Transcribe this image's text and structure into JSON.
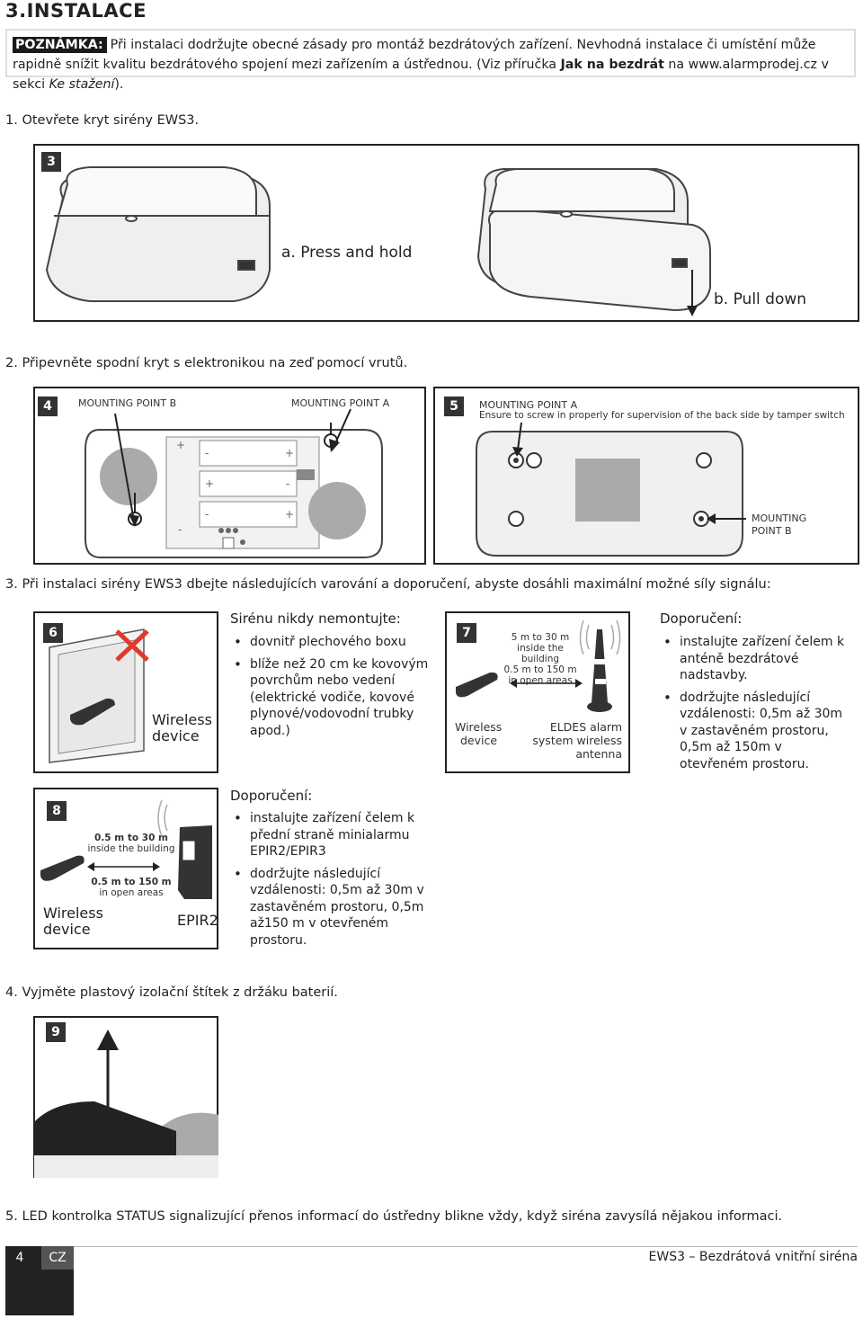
{
  "section_title": "3.INSTALACE",
  "note": {
    "label": "POZNÁMKA:",
    "text_1": "Při instalaci dodržujte obecné zásady pro montáž bezdrátových zařízení. Nevhodná instalace či umístění může rapidně snížit kvalitu bezdrátového spojení mezi zařízením a ústřednou. (Viz příručka ",
    "bold": "Jak na bezdrát",
    "text_2": " na www.alarmprodej.cz v sekci ",
    "italic": "Ke stažení",
    "text_3": ")."
  },
  "steps": {
    "s1": "1.  Otevřete kryt sirény EWS3.",
    "s2": "2.  Připevněte spodní kryt s elektronikou na zeď pomocí vrutů.",
    "s3": "3.  Při instalaci sirény EWS3 dbejte následujících varování a doporučení, abyste dosáhli maximální možné síly signálu:",
    "s4": "4.  Vyjměte plastový izolační štítek z držáku baterií.",
    "s5": "5.  LED kontrolka STATUS signalizující přenos informací do ústředny blikne vždy, když siréna zavysílá nějakou informaci."
  },
  "fig3": {
    "badge": "3",
    "press": "a. Press and hold",
    "pull": "b. Pull down"
  },
  "fig4": {
    "badge": "4",
    "point_b": "MOUNTING POINT B",
    "point_a": "MOUNTING POINT A",
    "plus": "+",
    "minus": "-"
  },
  "fig5": {
    "badge": "5",
    "point_a": "MOUNTING POINT A",
    "note": "Ensure to screw in properly for supervision of the back side by tamper switch",
    "point_b_1": "MOUNTING",
    "point_b_2": "POINT B"
  },
  "fig6": {
    "badge": "6",
    "label_1": "Wireless",
    "label_2": "device"
  },
  "warn": {
    "title": "Sirénu nikdy nemontujte:",
    "items": [
      "dovnitř plechového boxu",
      "blíže než 20 cm ke kovovým povrchům nebo vedení (elektrické vodiče, kovové plynové/vodovodní trubky apod.)"
    ]
  },
  "fig7": {
    "badge": "7",
    "dist_1": "5 m to 30 m",
    "dist_2": "inside the building",
    "dist_3": "0.5 m to 150 m",
    "dist_4": "in open areas",
    "device_1": "Wireless",
    "device_2": "device",
    "ant_1": "ELDES alarm",
    "ant_2": "system wireless",
    "ant_3": "antenna"
  },
  "rec1": {
    "title": "Doporučení:",
    "items": [
      "instalujte zařízení čelem k anténě bezdrátové nadstavby.",
      "dodržujte následující vzdálenosti: 0,5m až 30m v zastavěném prostoru, 0,5m až 150m v otevřeném prostoru."
    ]
  },
  "fig8": {
    "badge": "8",
    "d1": "0.5 m to 30 m",
    "d2": "inside the building",
    "d3": "0.5 m to 150 m",
    "d4": "in open areas",
    "dev_1": "Wireless",
    "dev_2": "device",
    "epir": "EPIR2"
  },
  "rec2": {
    "title": "Doporučení:",
    "items": [
      "instalujte zařízení čelem k přední straně minialarmu EPIR2/EPIR3",
      "dodržujte následující vzdálenosti: 0,5m až 30m v zastavěném prostoru, 0,5m až150 m v otevřeném prostoru."
    ]
  },
  "fig9": {
    "badge": "9"
  },
  "footer": {
    "page": "4",
    "lang": "CZ",
    "title": "EWS3 – Bezdrátová vnitřní siréna"
  }
}
